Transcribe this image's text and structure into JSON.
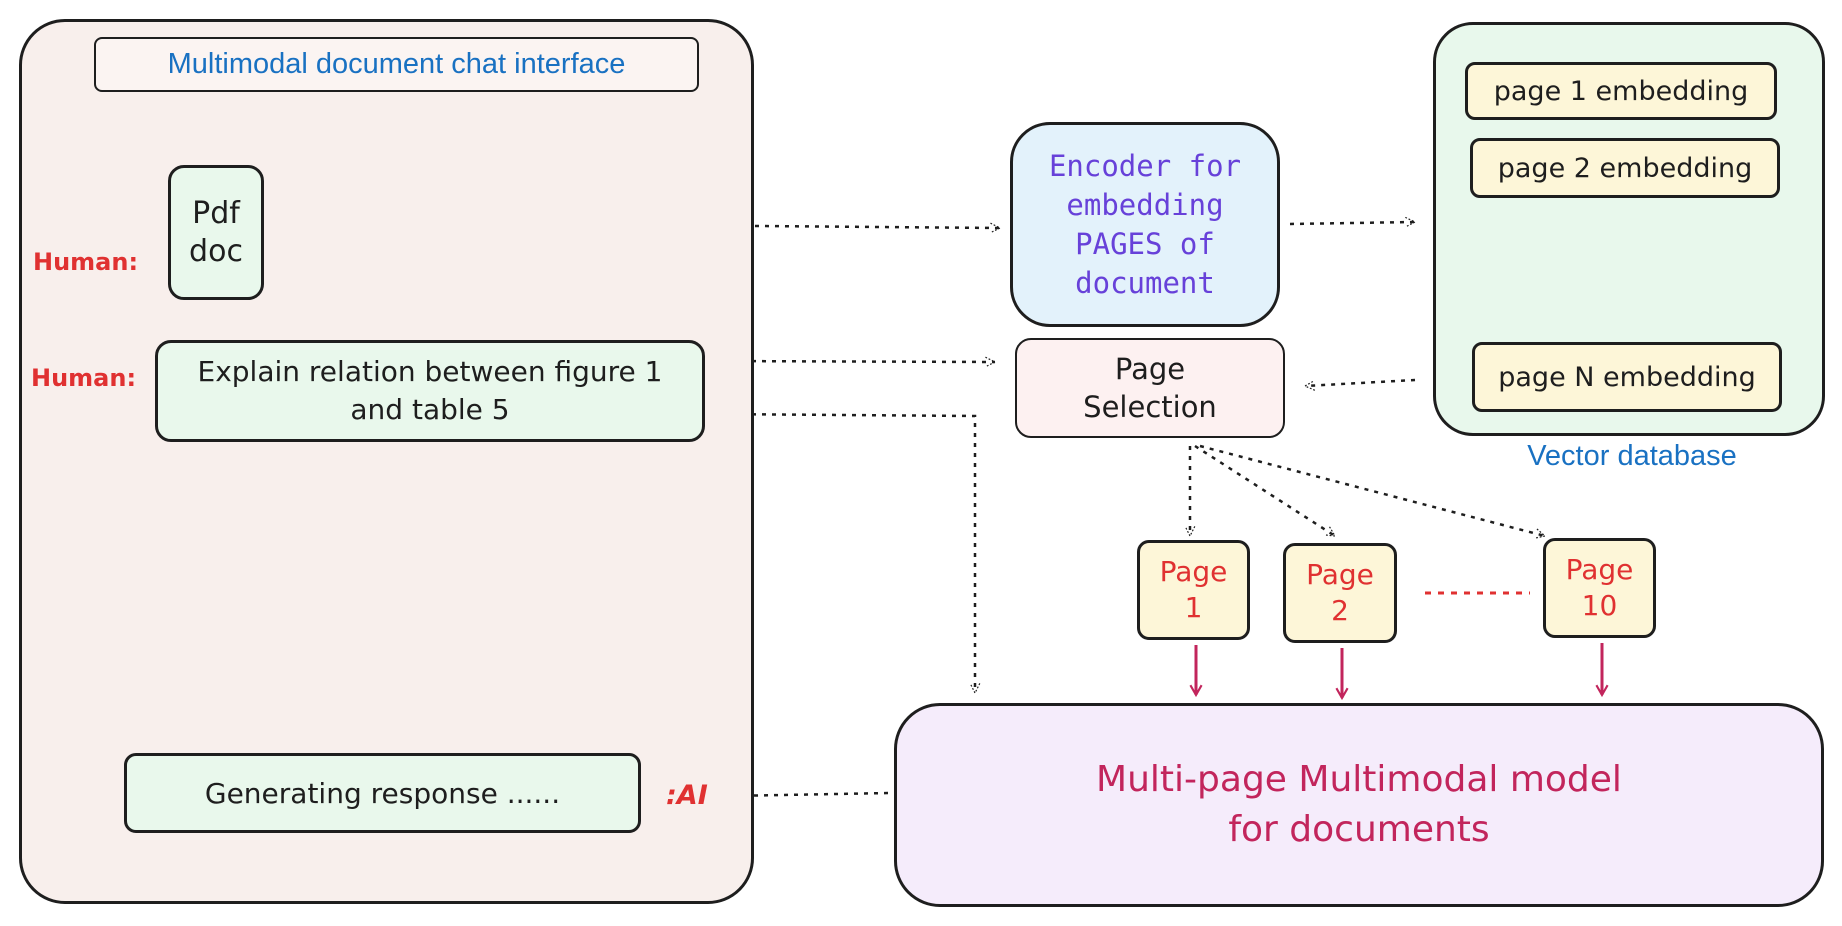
{
  "chat_panel": {
    "title": "Multimodal document chat interface",
    "human_label_1": "Human:",
    "human_label_2": "Human:",
    "pdf_line1": "Pdf",
    "pdf_line2": "doc",
    "query_line1": "Explain relation between figure 1",
    "query_line2": "and table 5",
    "response_text": "Generating response ......",
    "ai_label": ":AI"
  },
  "encoder": {
    "line1": "Encoder for",
    "line2": "embedding",
    "line3": "PAGES of",
    "line4": "document"
  },
  "page_selection": {
    "line1": "Page",
    "line2": "Selection"
  },
  "vector_db": {
    "label": "Vector database",
    "items": [
      "page 1 embedding",
      "page 2 embedding",
      "page N embedding"
    ]
  },
  "pages": [
    {
      "line1": "Page",
      "line2": "1"
    },
    {
      "line1": "Page",
      "line2": "2"
    },
    {
      "line1": "Page",
      "line2": "10"
    }
  ],
  "model": {
    "line1": "Multi-page Multimodal model",
    "line2": "for documents"
  },
  "colors": {
    "chat_bg": "#f8efec",
    "green_bg": "#e9f8ec",
    "encoder_bg": "#e3f2fb",
    "selection_bg": "#fdf1f1",
    "vector_bg": "#e8f8ec",
    "embedding_bg": "#fdf6d8",
    "page_bg": "#fdf6d8",
    "model_bg": "#f5ecfb",
    "red": "#e03131",
    "magenta": "#c2255c",
    "blue": "#1971c2",
    "purple": "#6741d9"
  }
}
